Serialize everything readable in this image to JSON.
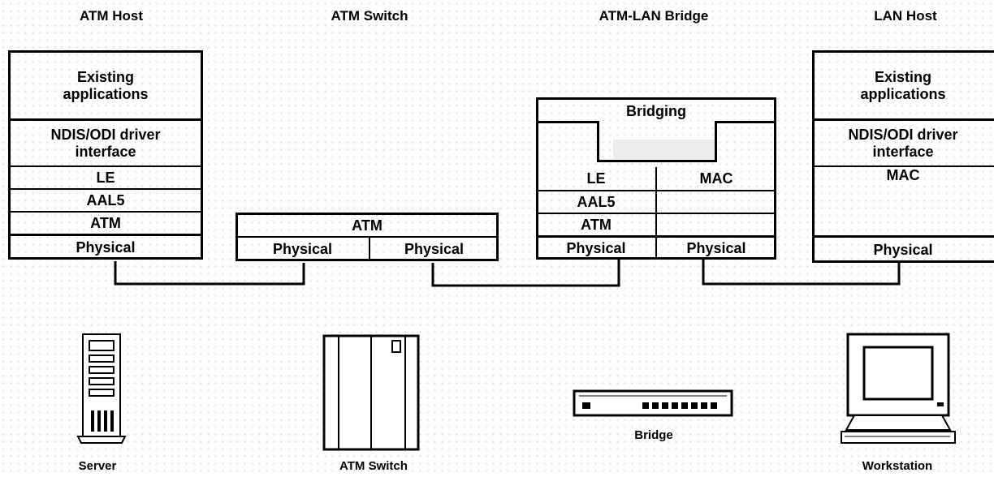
{
  "columns": {
    "atm_host": "ATM Host",
    "atm_switch": "ATM Switch",
    "atm_lan_bridge": "ATM-LAN Bridge",
    "lan_host": "LAN Host"
  },
  "atm_host_stack": {
    "apps": "Existing applications",
    "ndis": "NDIS/ODI driver interface",
    "le": "LE",
    "aal5": "AAL5",
    "atm": "ATM",
    "physical": "Physical"
  },
  "atm_switch_stack": {
    "atm": "ATM",
    "physical_left": "Physical",
    "physical_right": "Physical"
  },
  "bridge_stack": {
    "bridging": "Bridging",
    "le": "LE",
    "mac": "MAC",
    "aal5": "AAL5",
    "atm": "ATM",
    "physical_left": "Physical",
    "physical_right": "Physical"
  },
  "lan_host_stack": {
    "apps": "Existing applications",
    "ndis": "NDIS/ODI driver interface",
    "mac": "MAC",
    "physical": "Physical"
  },
  "devices": {
    "server": "Server",
    "switch": "ATM Switch",
    "bridge": "Bridge",
    "workstation": "Workstation"
  }
}
